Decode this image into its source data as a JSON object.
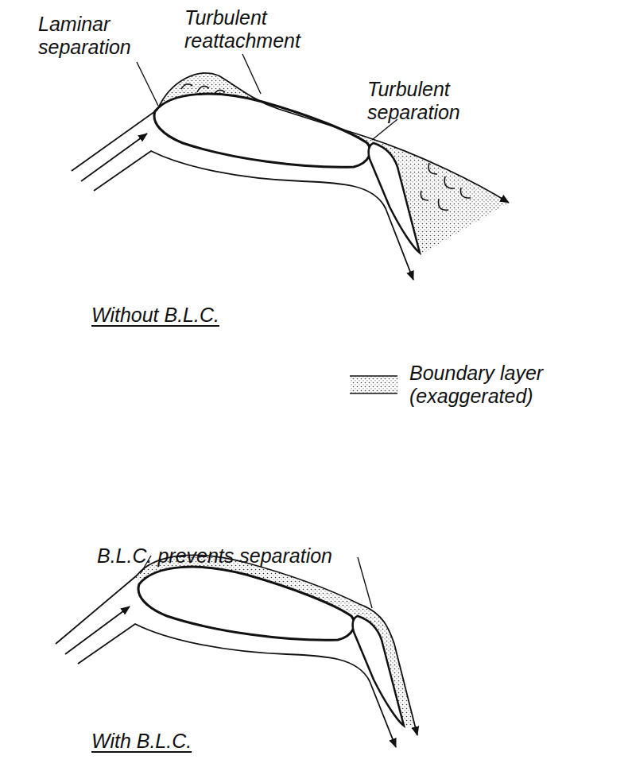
{
  "diagram": {
    "labels": [
      "Laminar separation",
      "Turbulent reattachment",
      "Turbulent separation",
      "Without B.L.C.",
      "B.L.C. prevents separation",
      "With B.L.C."
    ],
    "legend": [
      {
        "text": "Boundary layer (exaggerated)"
      }
    ]
  }
}
